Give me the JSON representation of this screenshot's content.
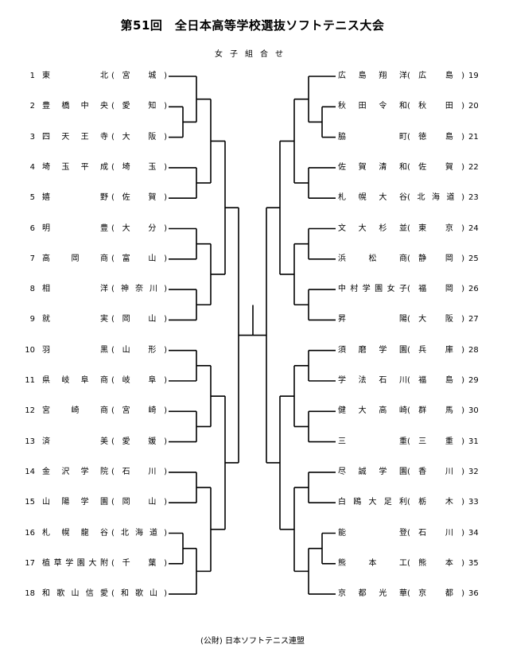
{
  "title": "第51回　全日本高等学校選抜ソフトテニス大会",
  "subtitle": "女子組合せ",
  "footer": "(公財) 日本ソフトテニス連盟",
  "left_entries": [
    {
      "no": "1",
      "school": "東　　　北",
      "pref": "宮　城"
    },
    {
      "no": "2",
      "school": "豊橋中央",
      "pref": "愛　知"
    },
    {
      "no": "3",
      "school": "四天王寺",
      "pref": "大　阪"
    },
    {
      "no": "4",
      "school": "埼玉平成",
      "pref": "埼　玉"
    },
    {
      "no": "5",
      "school": "嬉　　　野",
      "pref": "佐　賀"
    },
    {
      "no": "6",
      "school": "明　　　豊",
      "pref": "大　分"
    },
    {
      "no": "7",
      "school": "高　岡　商",
      "pref": "富　山"
    },
    {
      "no": "8",
      "school": "相　　　洋",
      "pref": "神奈川"
    },
    {
      "no": "9",
      "school": "就　　　実",
      "pref": "岡　山"
    },
    {
      "no": "10",
      "school": "羽　　　黒",
      "pref": "山　形"
    },
    {
      "no": "11",
      "school": "県岐阜商",
      "pref": "岐　阜"
    },
    {
      "no": "12",
      "school": "宮　崎　商",
      "pref": "宮　崎"
    },
    {
      "no": "13",
      "school": "済　　　美",
      "pref": "愛　媛"
    },
    {
      "no": "14",
      "school": "金沢学院",
      "pref": "石　川"
    },
    {
      "no": "15",
      "school": "山陽学園",
      "pref": "岡　山"
    },
    {
      "no": "16",
      "school": "札幌龍谷",
      "pref": "北海道"
    },
    {
      "no": "17",
      "school": "植草学園大附",
      "pref": "千　葉"
    },
    {
      "no": "18",
      "school": "和歌山信愛",
      "pref": "和歌山"
    }
  ],
  "right_entries": [
    {
      "no": "19",
      "school": "広島翔洋",
      "pref": "広　島"
    },
    {
      "no": "20",
      "school": "秋田令和",
      "pref": "秋　田"
    },
    {
      "no": "21",
      "school": "脇　　　町",
      "pref": "徳　島"
    },
    {
      "no": "22",
      "school": "佐賀清和",
      "pref": "佐　賀"
    },
    {
      "no": "23",
      "school": "札幌大谷",
      "pref": "北海道"
    },
    {
      "no": "24",
      "school": "文大杉並",
      "pref": "東　京"
    },
    {
      "no": "25",
      "school": "浜　松　商",
      "pref": "静　岡"
    },
    {
      "no": "26",
      "school": "中村学園女子",
      "pref": "福　岡"
    },
    {
      "no": "27",
      "school": "昇　　　陽",
      "pref": "大　阪"
    },
    {
      "no": "28",
      "school": "須磨学園",
      "pref": "兵　庫"
    },
    {
      "no": "29",
      "school": "学法石川",
      "pref": "福　島"
    },
    {
      "no": "30",
      "school": "健大高崎",
      "pref": "群　馬"
    },
    {
      "no": "31",
      "school": "三　　　重",
      "pref": "三　重"
    },
    {
      "no": "32",
      "school": "尽誠学園",
      "pref": "香　川"
    },
    {
      "no": "33",
      "school": "白鴎大足利",
      "pref": "栃　木"
    },
    {
      "no": "34",
      "school": "能　　　登",
      "pref": "石　川"
    },
    {
      "no": "35",
      "school": "熊　本　工",
      "pref": "熊　本"
    },
    {
      "no": "36",
      "school": "京都光華",
      "pref": "京　都"
    }
  ]
}
